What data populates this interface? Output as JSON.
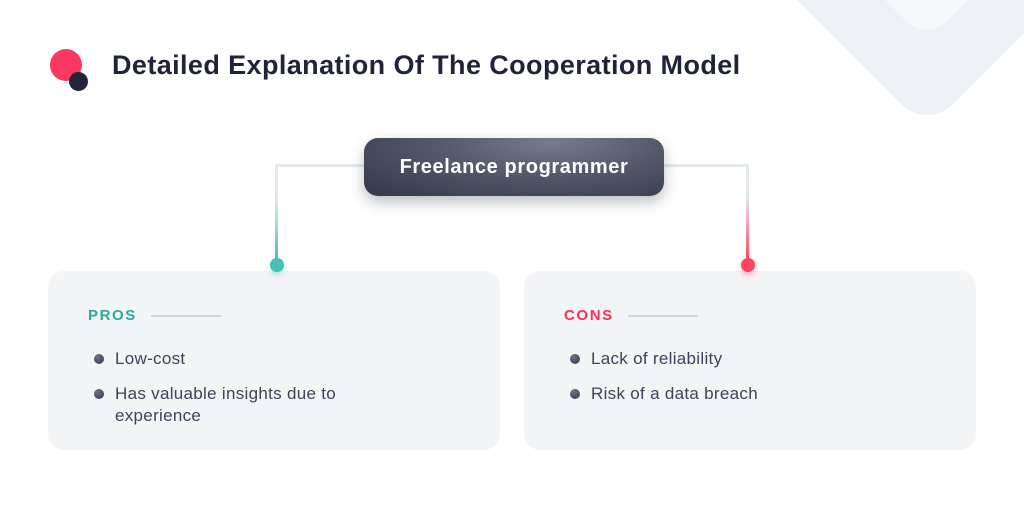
{
  "page": {
    "title": "Detailed Explanation Of The Cooperation Model"
  },
  "logo": {
    "primary_color": "#fc3860",
    "secondary_color": "#23263a"
  },
  "root_node": {
    "label": "Freelance programmer",
    "background": "#4a4d60"
  },
  "pros": {
    "label": "PROS",
    "accent_color": "#2da99d",
    "dot_color": "#45c2b4",
    "items": [
      "Low-cost",
      "Has valuable insights due to experience"
    ]
  },
  "cons": {
    "label": "CONS",
    "accent_color": "#fb2f57",
    "dot_color": "#f9475f",
    "items": [
      "Lack of reliability",
      "Risk of a data breach"
    ]
  },
  "colors": {
    "title_text": "#1f2438",
    "card_background": "#f3f4f6",
    "connector_gray": "#e3e8ee",
    "item_text": "#3d4358",
    "decor_diamond": "#edf1f6"
  }
}
